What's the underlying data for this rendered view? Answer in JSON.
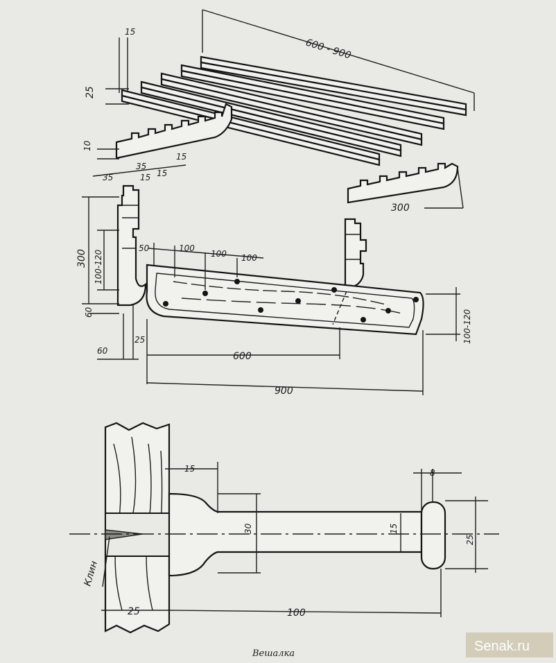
{
  "labels": {
    "top_length": "600 - 900",
    "d15_top": "15",
    "d25_left": "25",
    "d10": "10",
    "d35a": "35",
    "d35b": "35",
    "d15a": "15",
    "d15b": "15",
    "d15c": "15",
    "d300_right": "300",
    "d300_left": "300",
    "d100_120_left": "100-120",
    "d60a": "60",
    "d25b": "25",
    "d60b": "60",
    "d50": "50",
    "d100a": "100",
    "d100b": "100",
    "d100c": "100",
    "d100_120_right": "100-120",
    "d600": "600",
    "d900": "900",
    "p15": "15",
    "p8": "8",
    "p30": "30",
    "p15b": "15",
    "p25": "25",
    "p25b": "25",
    "p100": "100",
    "klin": "Клин"
  },
  "caption": "Вешалка",
  "watermark": "Senak.ru"
}
